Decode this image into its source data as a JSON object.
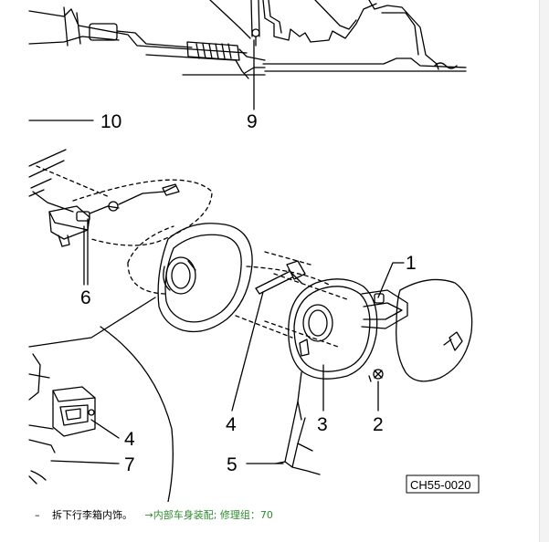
{
  "figure": {
    "callouts": [
      "10",
      "9",
      "6",
      "1",
      "4",
      "3",
      "2",
      "4",
      "5",
      "7"
    ],
    "figure_id": "CH55-0020"
  },
  "instruction": {
    "bullet": "–",
    "text": "拆下行李箱内饰。",
    "link_text": "→内部车身装配; 修理组：70"
  },
  "colors": {
    "line": "#000000",
    "link": "#2e8b2e"
  }
}
